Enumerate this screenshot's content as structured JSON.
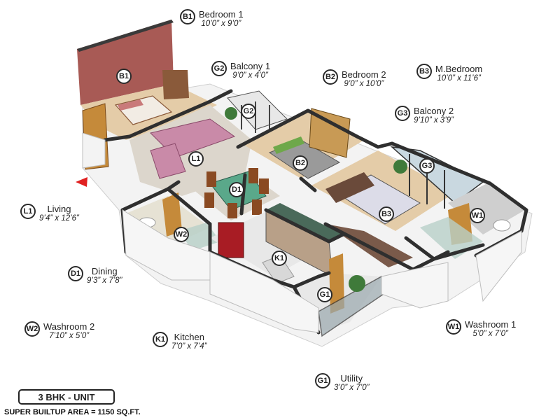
{
  "rooms": {
    "b1": {
      "code": "B1",
      "name": "Bedroom 1",
      "dims": "10’0” x 9’0”"
    },
    "g2": {
      "code": "G2",
      "name": "Balcony 1",
      "dims": "9’0” x 4’0”"
    },
    "b2": {
      "code": "B2",
      "name": "Bedroom 2",
      "dims": "9’0” x 10’0”"
    },
    "b3": {
      "code": "B3",
      "name": "M.Bedroom",
      "dims": "10’0” x 11’6”"
    },
    "g3": {
      "code": "G3",
      "name": "Balcony 2",
      "dims": "9’10” x 3’9”"
    },
    "l1": {
      "code": "L1",
      "name": "Living",
      "dims": "9’4” x 12’6”"
    },
    "d1": {
      "code": "D1",
      "name": "Dining",
      "dims": "9’3” x 7’8”"
    },
    "w2": {
      "code": "W2",
      "name": "Washroom 2",
      "dims": "7’10” x 5’0”"
    },
    "k1": {
      "code": "K1",
      "name": "Kitchen",
      "dims": "7’0” x 7’4”"
    },
    "w1": {
      "code": "W1",
      "name": "Washroom 1",
      "dims": "5’0” x 7’0”"
    },
    "g1": {
      "code": "G1",
      "name": "Utility",
      "dims": "3’0” x 7’0”"
    }
  },
  "unit_type": "3 BHK - UNIT",
  "area_text": "SUPER BUILTUP AREA = 1150 SQ.FT.",
  "colors": {
    "wall_top": "#2f2f2f",
    "wall_side": "#e9e9e9",
    "floor_wood": "#e2c9a6",
    "floor_tile": "#dcdcdc",
    "accent_wall": "#a85a55",
    "marker_arrow": "#e02020"
  }
}
